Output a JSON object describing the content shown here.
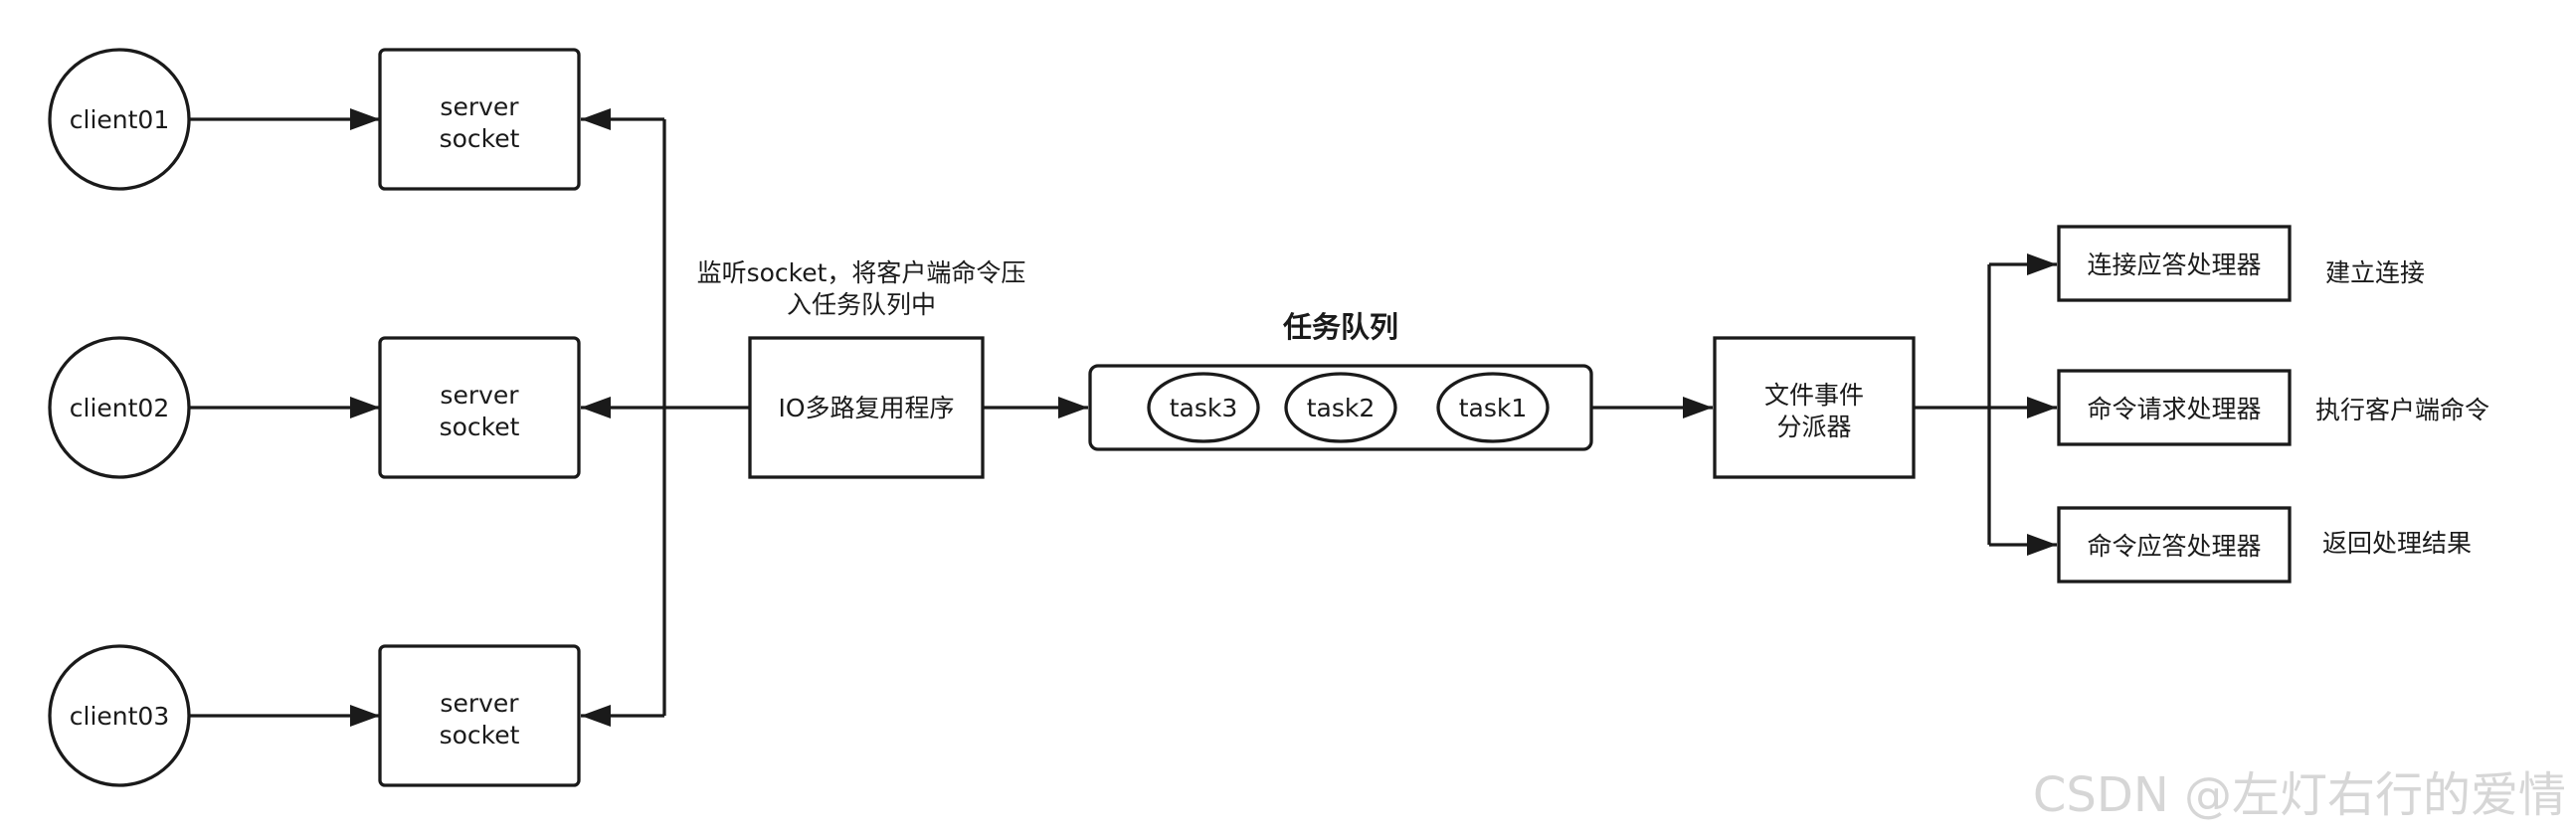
{
  "clients": [
    {
      "label": "client01"
    },
    {
      "label": "client02"
    },
    {
      "label": "client03"
    }
  ],
  "server_sockets": [
    {
      "line1": "server",
      "line2": "socket"
    },
    {
      "line1": "server",
      "line2": "socket"
    },
    {
      "line1": "server",
      "line2": "socket"
    }
  ],
  "io_multiplexer": {
    "label": "IO多路复用程序",
    "annotation_line1": "监听socket，将客户端命令压",
    "annotation_line2": "入任务队列中"
  },
  "task_queue": {
    "title": "任务队列",
    "tasks": [
      "task3",
      "task2",
      "task1"
    ]
  },
  "dispatcher": {
    "line1": "文件事件",
    "line2": "分派器"
  },
  "handlers": [
    {
      "label": "连接应答处理器",
      "note": "建立连接"
    },
    {
      "label": "命令请求处理器",
      "note": "执行客户端命令"
    },
    {
      "label": "命令应答处理器",
      "note": "返回处理结果"
    }
  ],
  "watermark": "CSDN @左灯右行的爱情"
}
